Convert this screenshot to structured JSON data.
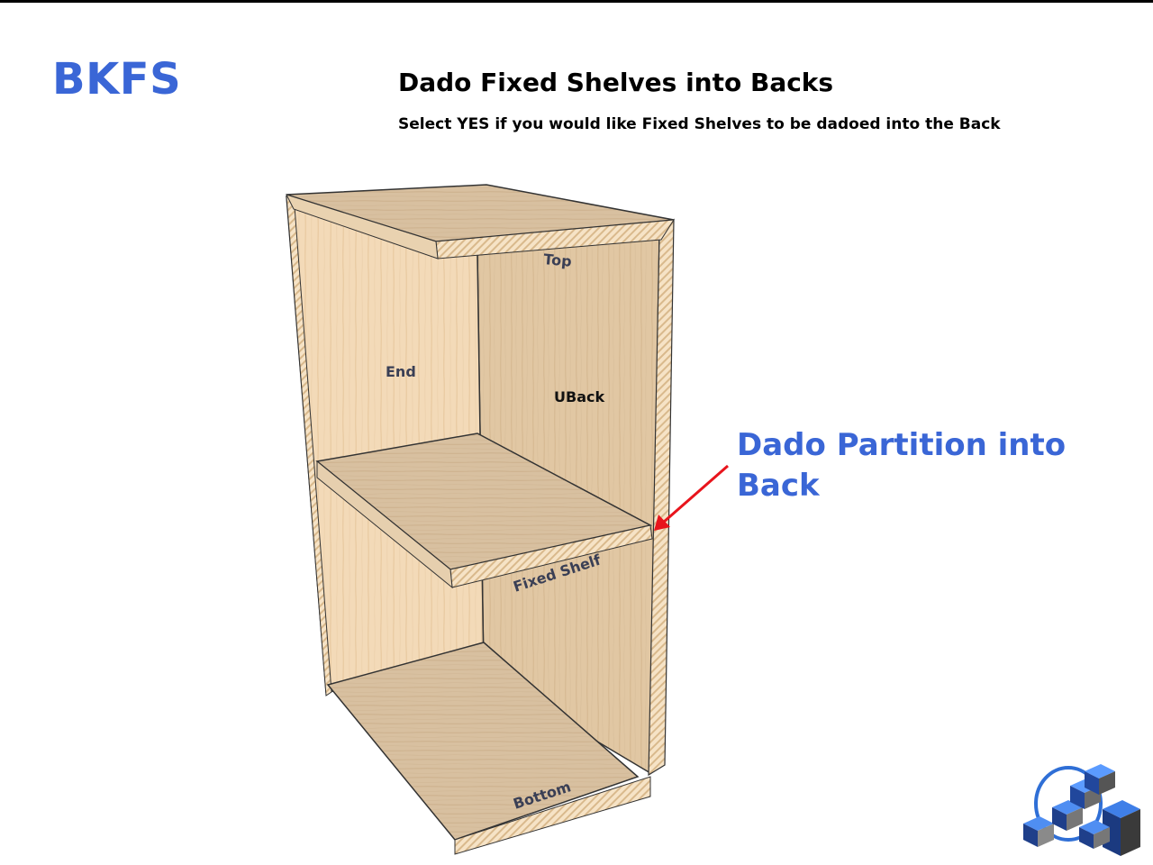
{
  "header": {
    "code": "BKFS",
    "title": "Dado Fixed Shelves into Backs",
    "subtitle": "Select YES if you would like Fixed Shelves to be dadoed into the Back"
  },
  "diagram": {
    "labels": {
      "top": "Top",
      "end": "End",
      "uback": "UBack",
      "fixed_shelf": "Fixed Shelf",
      "bottom": "Bottom"
    },
    "callout": "Dado Partition into Back"
  },
  "colors": {
    "accent": "#3a66d6",
    "arrow": "#e8141c",
    "wood_light": "#f2d8b4",
    "wood_mid": "#e0c7a4",
    "wood_shelf": "#d6bfa0"
  },
  "logo": {
    "icon": "blue-cubes-logo-icon"
  }
}
